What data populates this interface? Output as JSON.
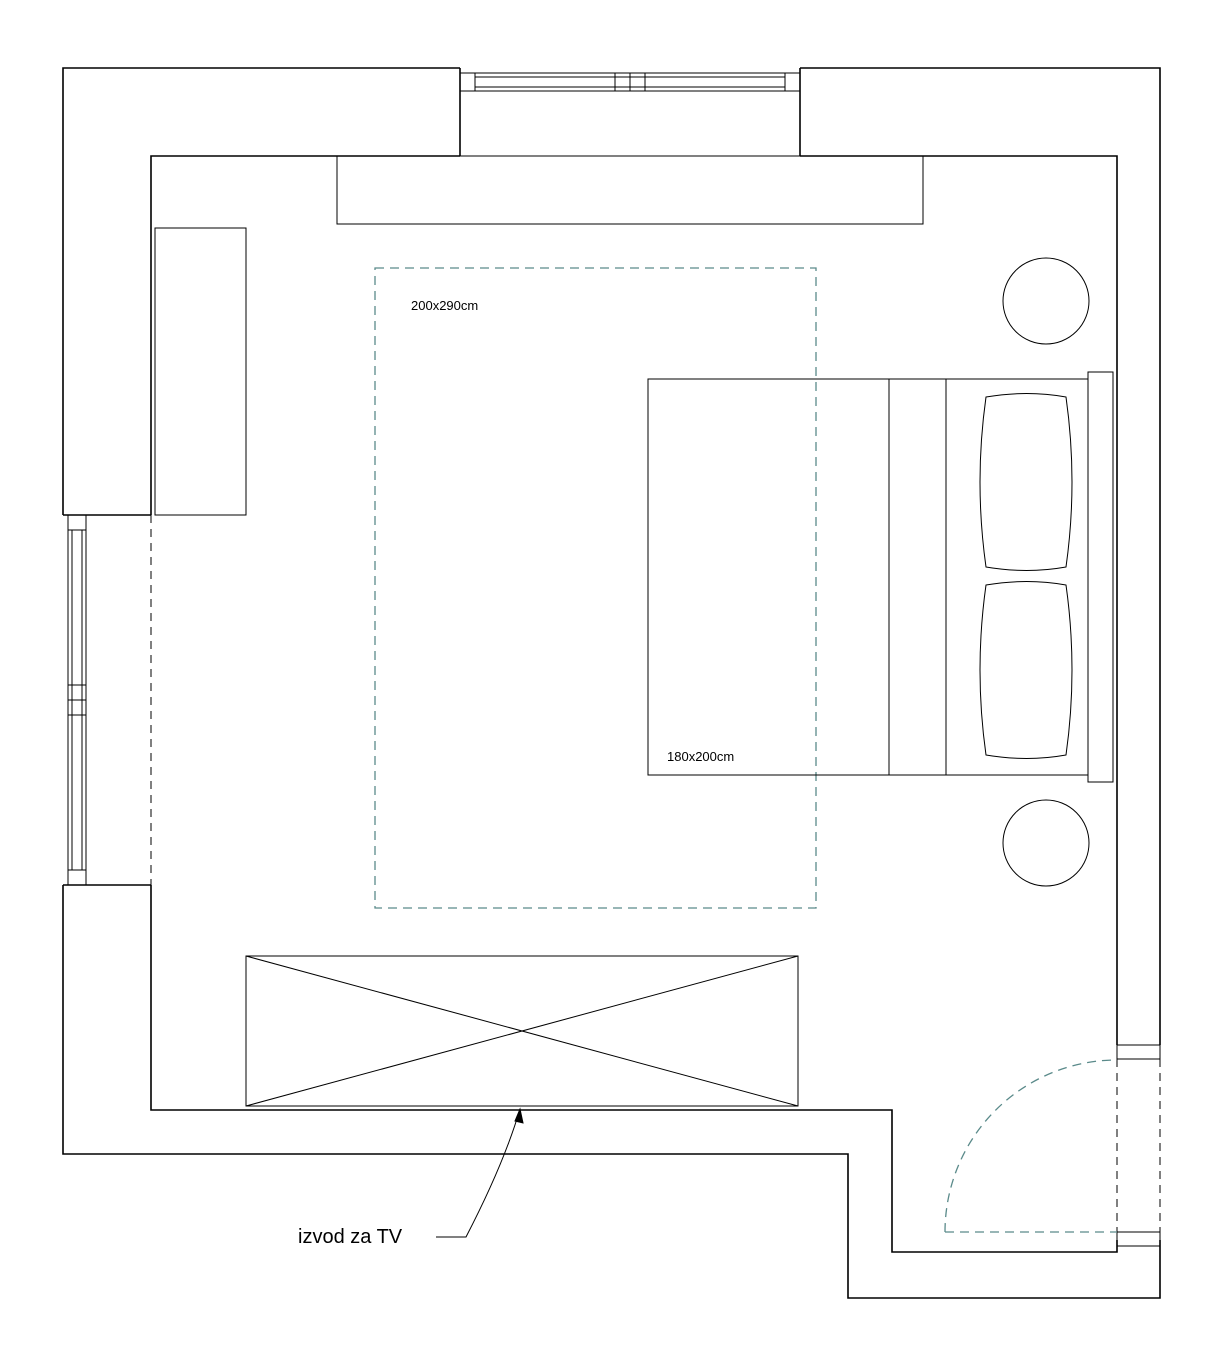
{
  "labels": {
    "rug_size": "200x290cm",
    "bed_size": "180x200cm",
    "tv_outlet": "izvod za TV"
  }
}
